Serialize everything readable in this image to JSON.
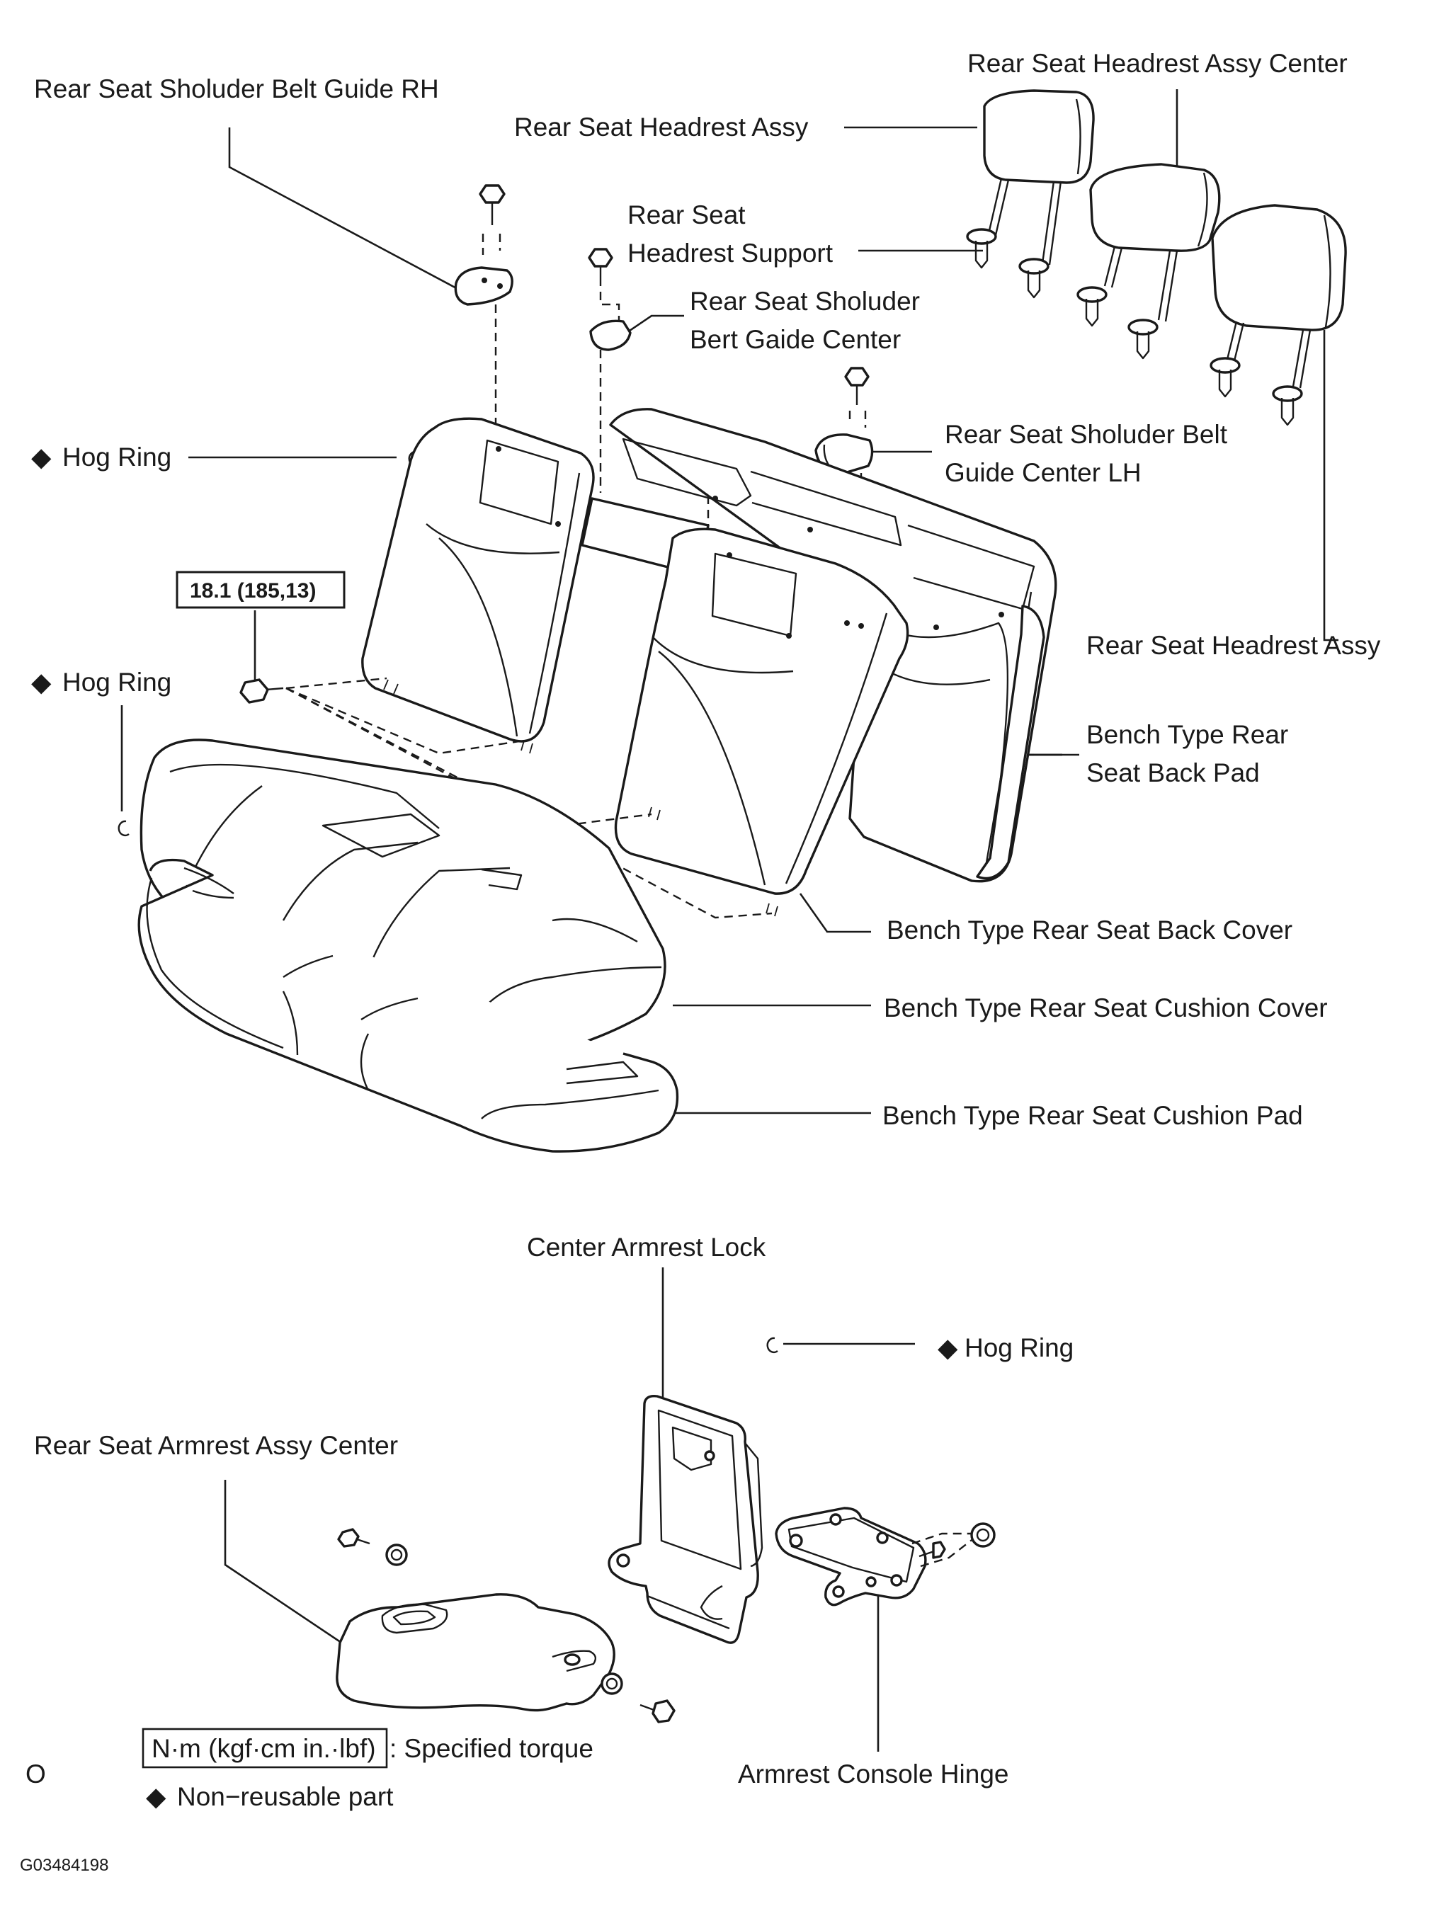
{
  "labels": {
    "belt_guide_rh": "Rear Seat Sholuder Belt Guide RH",
    "headrest_assy_left": "Rear Seat Headrest Assy",
    "headrest_assy_center": "Rear Seat Headrest Assy Center",
    "headrest_support_line1": "Rear Seat",
    "headrest_support_line2": "Headrest Support",
    "belt_guide_center_line1": "Rear Seat Sholuder",
    "belt_guide_center_line2": "Bert Gaide Center",
    "hog_ring_1": "Hog Ring",
    "belt_guide_lh_line1": "Rear Seat Sholuder Belt",
    "belt_guide_lh_line2": "Guide Center LH",
    "headrest_assy_right": "Rear Seat Headrest Assy",
    "hog_ring_2": "Hog Ring",
    "back_pad_line1": "Bench Type Rear",
    "back_pad_line2": "Seat Back Pad",
    "back_cover": "Bench Type Rear Seat Back Cover",
    "cushion_cover": "Bench Type Rear Seat Cushion Cover",
    "cushion_pad": "Bench Type Rear Seat Cushion Pad",
    "armrest_lock": "Center Armrest Lock",
    "hog_ring_3": "Hog Ring",
    "armrest_assy": "Rear Seat Armrest Assy Center",
    "console_hinge": "Armrest Console Hinge"
  },
  "torque_value": "18.1 (185,13)",
  "legend": {
    "torque_unit": "N·m (kgf·cm in.·lbf)",
    "torque_desc": ": Specified torque",
    "nonreusable": "Non−reusable part",
    "stray_mark": "O"
  },
  "figure_id": "G03484198",
  "symbols": {
    "nonreusable": "◆",
    "hog_ring": "c"
  },
  "icons": [
    "diamond-icon",
    "hog-ring-icon",
    "bolt-icon",
    "clip-icon",
    "nut-icon"
  ]
}
